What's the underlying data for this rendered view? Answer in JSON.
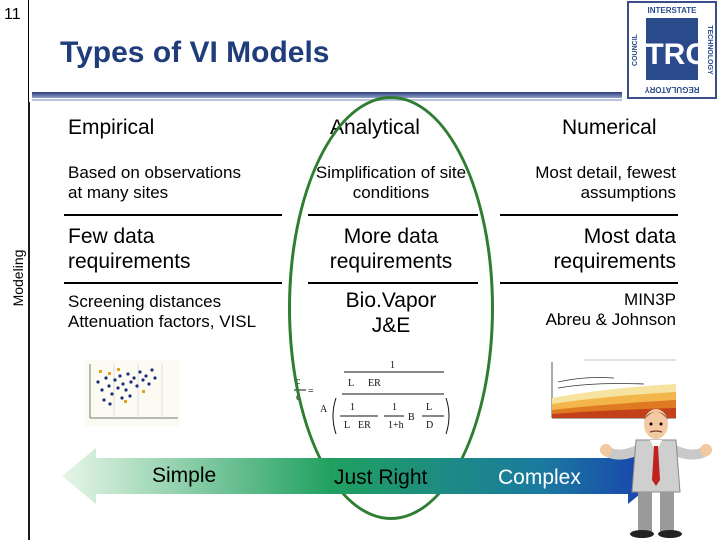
{
  "slide_number": "11",
  "title": "Types of VI Models",
  "side_label": "Modeling",
  "logo": {
    "letters": "ITRC",
    "ring_text": [
      "INTERSTATE",
      "TECHNOLOGY",
      "REGULATORY",
      "COUNCIL"
    ]
  },
  "columns": {
    "empirical": "Empirical",
    "analytical": "Analytical",
    "numerical": "Numerical"
  },
  "rows": {
    "basis": {
      "empirical": [
        "Based on observations",
        "at many sites"
      ],
      "analytical": [
        "Simplification of site",
        "conditions"
      ],
      "numerical": [
        "Most detail, fewest",
        "assumptions"
      ]
    },
    "data": {
      "empirical": [
        "Few data",
        "requirements"
      ],
      "analytical": [
        "More data",
        "requirements"
      ],
      "numerical": [
        "Most data",
        "requirements"
      ]
    },
    "examples": {
      "empirical": [
        "Screening distances",
        "Attenuation factors, VISL"
      ],
      "analytical": [
        "Bio.Vapor",
        "J&E"
      ],
      "numerical": [
        "MIN3P",
        "Abreu & Johnson"
      ]
    }
  },
  "arrow_labels": {
    "simple": "Simple",
    "just_right": "Just Right",
    "complex": "Complex"
  },
  "colors": {
    "title": "#1f3d7a",
    "oval": "#2e7d32",
    "arrow_start": "#e8f6e8",
    "arrow_mid": "#20a060",
    "arrow_end": "#1a3cb0"
  }
}
